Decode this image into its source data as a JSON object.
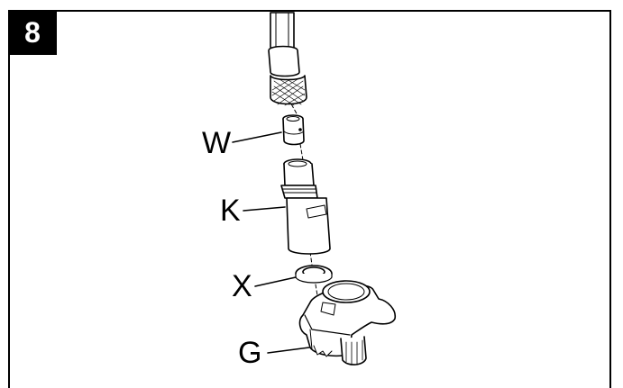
{
  "step": {
    "number": "8"
  },
  "callouts": {
    "w": "W",
    "k": "K",
    "x": "X",
    "g": "G"
  },
  "parts": [
    "hose-fitting",
    "adapter-w",
    "connector-k",
    "seal-ring-x",
    "handle-g"
  ],
  "colors": {
    "line": "#000000",
    "fill": "#ffffff",
    "badge": "#000000"
  }
}
